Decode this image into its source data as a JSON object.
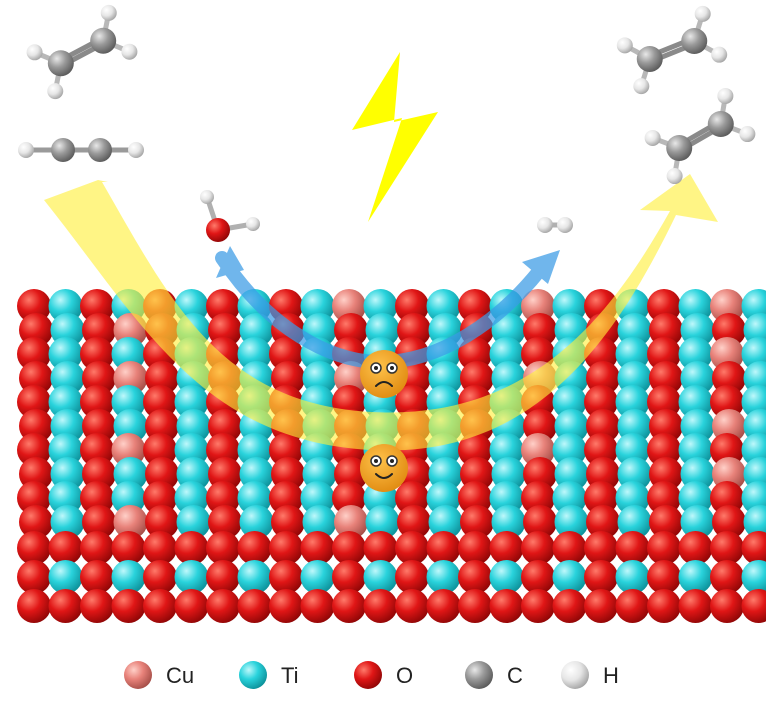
{
  "colors": {
    "cu": "#e8827a",
    "ti": "#29d3dc",
    "o": "#e01616",
    "c": "#9a9a9a",
    "h": "#e6e6e6",
    "light_arrow": "#ffef3a",
    "water_arrow": "#3a9be6",
    "lightning": "#ffff00",
    "face": "#f2a21a"
  },
  "icons": {
    "lightning": "lightning-bolt-icon",
    "sad_face": "sad-face-icon",
    "happy_face": "happy-face-icon"
  },
  "legend": [
    {
      "label": "Cu",
      "key": "cu"
    },
    {
      "label": "Ti",
      "key": "ti"
    },
    {
      "label": "O",
      "key": "o"
    },
    {
      "label": "C",
      "key": "c"
    },
    {
      "label": "H",
      "key": "h"
    }
  ],
  "reactants": [
    "ethylene",
    "acetylene",
    "water"
  ],
  "products": [
    "ethylene",
    "ethylene",
    "hydrogen"
  ]
}
